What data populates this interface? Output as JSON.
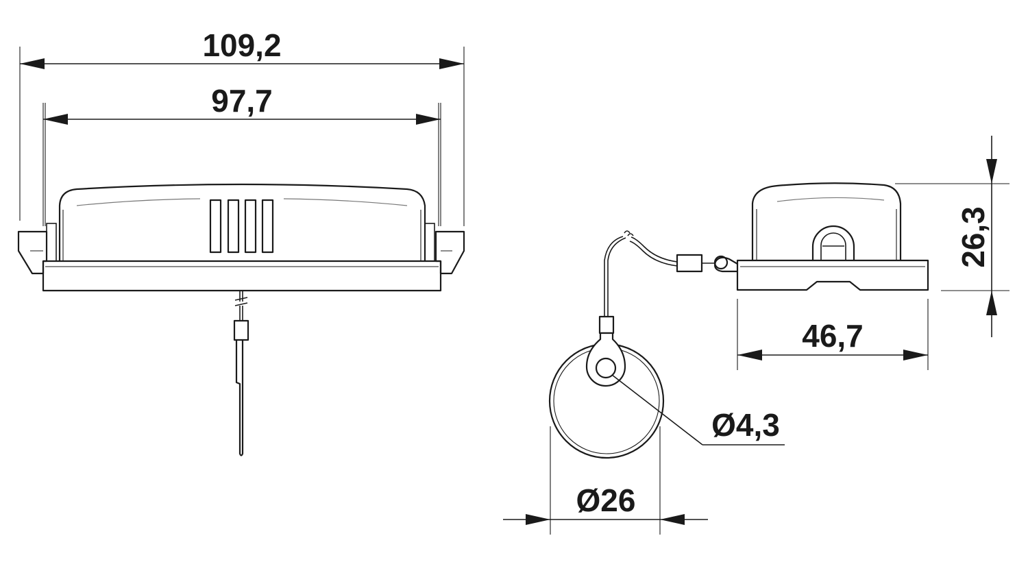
{
  "dimensions": {
    "overall_width": "109,2",
    "inner_width": "97,7",
    "height": "26,3",
    "depth": "46,7",
    "ring_hole_diameter": "Ø4,3",
    "disc_diameter": "Ø26"
  }
}
